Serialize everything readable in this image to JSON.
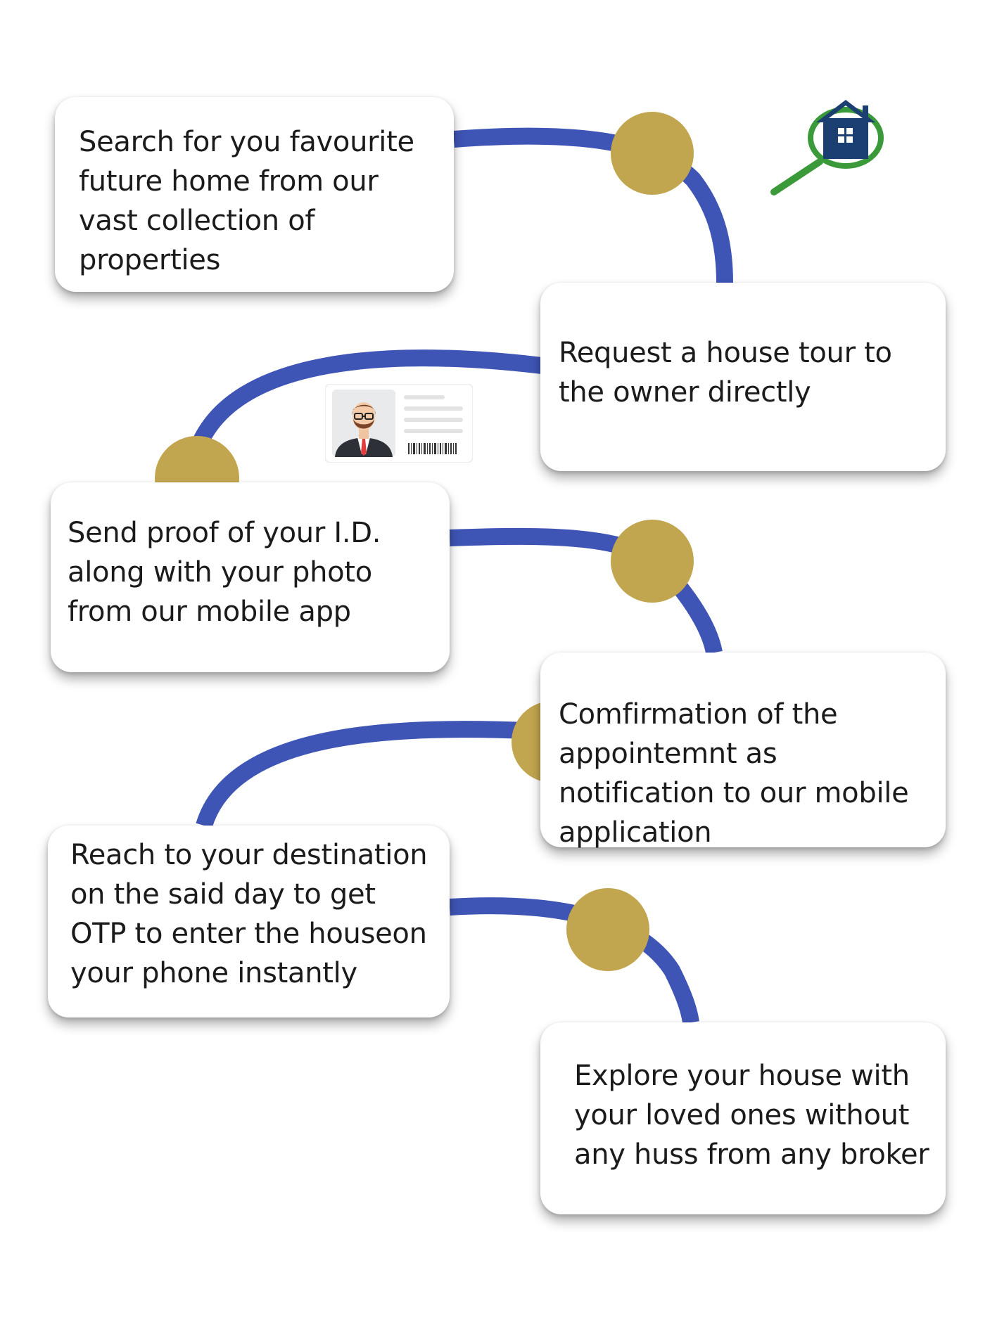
{
  "steps": [
    {
      "text": "Search for you favourite future home from our vast collection of properties"
    },
    {
      "text": "Request a house tour to the owner directly"
    },
    {
      "text": "Send proof of your I.D. along with your photo from our mobile app"
    },
    {
      "text": "Comfirmation of the appointemnt as notification to our mobile application"
    },
    {
      "text": "Reach to your destination on the said day to get OTP to enter the houseon your phone instantly"
    },
    {
      "text": "Explore your house with your loved ones without any huss from any broker"
    }
  ],
  "icons": {
    "house_search": "house-search-icon",
    "id_card": "id-card-icon",
    "node": "gold-circle-node"
  },
  "colors": {
    "connector": "#3f55b5",
    "node": "#c2a64f",
    "card": "#ffffff",
    "text": "#1b1b1b",
    "house": "#1c3f72",
    "magnifier": "#3a9a3a"
  }
}
